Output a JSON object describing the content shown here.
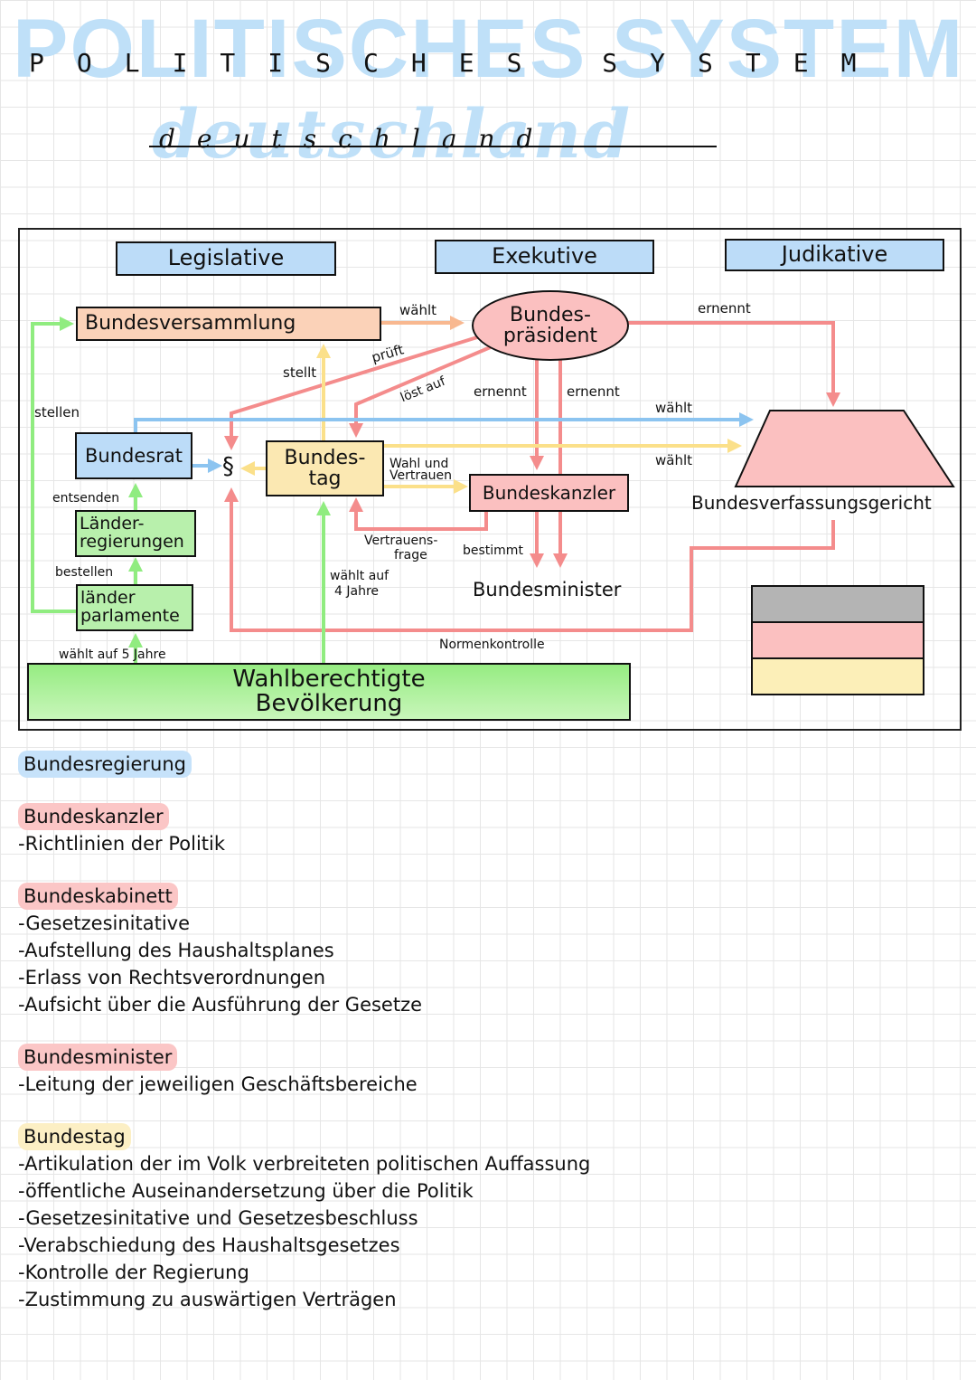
{
  "header": {
    "title": "POLITISCHES SYSTEM",
    "subtitle": "deutschland"
  },
  "diagram": {
    "branches": {
      "legislative": "Legislative",
      "executive": "Exekutive",
      "judicative": "Judikative"
    },
    "nodes": {
      "bundesversammlung": "Bundesversammlung",
      "bundespraesident_1": "Bundes-",
      "bundespraesident_2": "präsident",
      "bundesrat": "Bundesrat",
      "paragraph": "§",
      "bundestag_1": "Bundes-",
      "bundestag_2": "tag",
      "bundeskanzler": "Bundeskanzler",
      "bundesminister": "Bundesminister",
      "bundesverfassungsgericht": "Bundesverfassungsgericht",
      "laenderregierungen_1": "Länder-",
      "laenderregierungen_2": "regierungen",
      "laenderparlamente_1": "länder",
      "laenderparlamente_2": "parlamente",
      "bevoelkerung_1": "Wahlberechtigte",
      "bevoelkerung_2": "Bevölkerung"
    },
    "edge_labels": {
      "waehlt_bp": "wählt",
      "prueft": "prüft",
      "stellt": "stellt",
      "loest_auf": "löst auf",
      "ernennt_bk": "ernennt",
      "ernennt_bm": "ernennt",
      "ernennt_bverfg": "ernennt",
      "waehlt_bverfg_blue": "wählt",
      "waehlt_bverfg_yellow": "wählt",
      "stellen": "stellen",
      "wahl_und_vertrauen_1": "Wahl und",
      "wahl_und_vertrauen_2": "Vertrauen",
      "entsenden": "entsenden",
      "bestellen": "bestellen",
      "vertrauensfrage_1": "Vertrauens-",
      "vertrauensfrage_2": "frage",
      "bestimmt": "bestimmt",
      "waehlt_4_1": "wählt auf",
      "waehlt_4_2": "4 Jahre",
      "waehlt_5": "wählt auf 5 Jahre",
      "normenkontrolle": "Normenkontrolle"
    },
    "flag_colors": [
      "#b4b4b4",
      "#fbc0c0",
      "#fcefb8"
    ],
    "colors": {
      "pink": "#f48c8c",
      "yellow": "#fbe08a",
      "blue": "#8cc4f0",
      "green": "#90ec80",
      "orange": "#f8b890"
    }
  },
  "notes": [
    {
      "heading": "Bundesregierung",
      "highlight": "blue",
      "items": []
    },
    {
      "heading": "Bundeskanzler",
      "highlight": "pink",
      "items": [
        "-Richtlinien der Politik"
      ]
    },
    {
      "heading": "Bundeskabinett",
      "highlight": "pink",
      "items": [
        "-Gesetzesinitative",
        "-Aufstellung des Haushaltsplanes",
        "-Erlass von Rechtsverordnungen",
        "-Aufsicht über die Ausführung der Gesetze"
      ]
    },
    {
      "heading": "Bundesminister",
      "highlight": "pink",
      "items": [
        "-Leitung der jeweiligen Geschäftsbereiche"
      ]
    },
    {
      "heading": "Bundestag",
      "highlight": "yellow",
      "items": [
        "-Artikulation der im Volk verbreiteten politischen Auffassung",
        "-öffentliche Auseinandersetzung über die Politik",
        "-Gesetzesinitative und Gesetzesbeschluss",
        "-Verabschiedung des Haushaltsgesetzes",
        "-Kontrolle der Regierung",
        "-Zustimmung zu auswärtigen Verträgen"
      ]
    }
  ]
}
